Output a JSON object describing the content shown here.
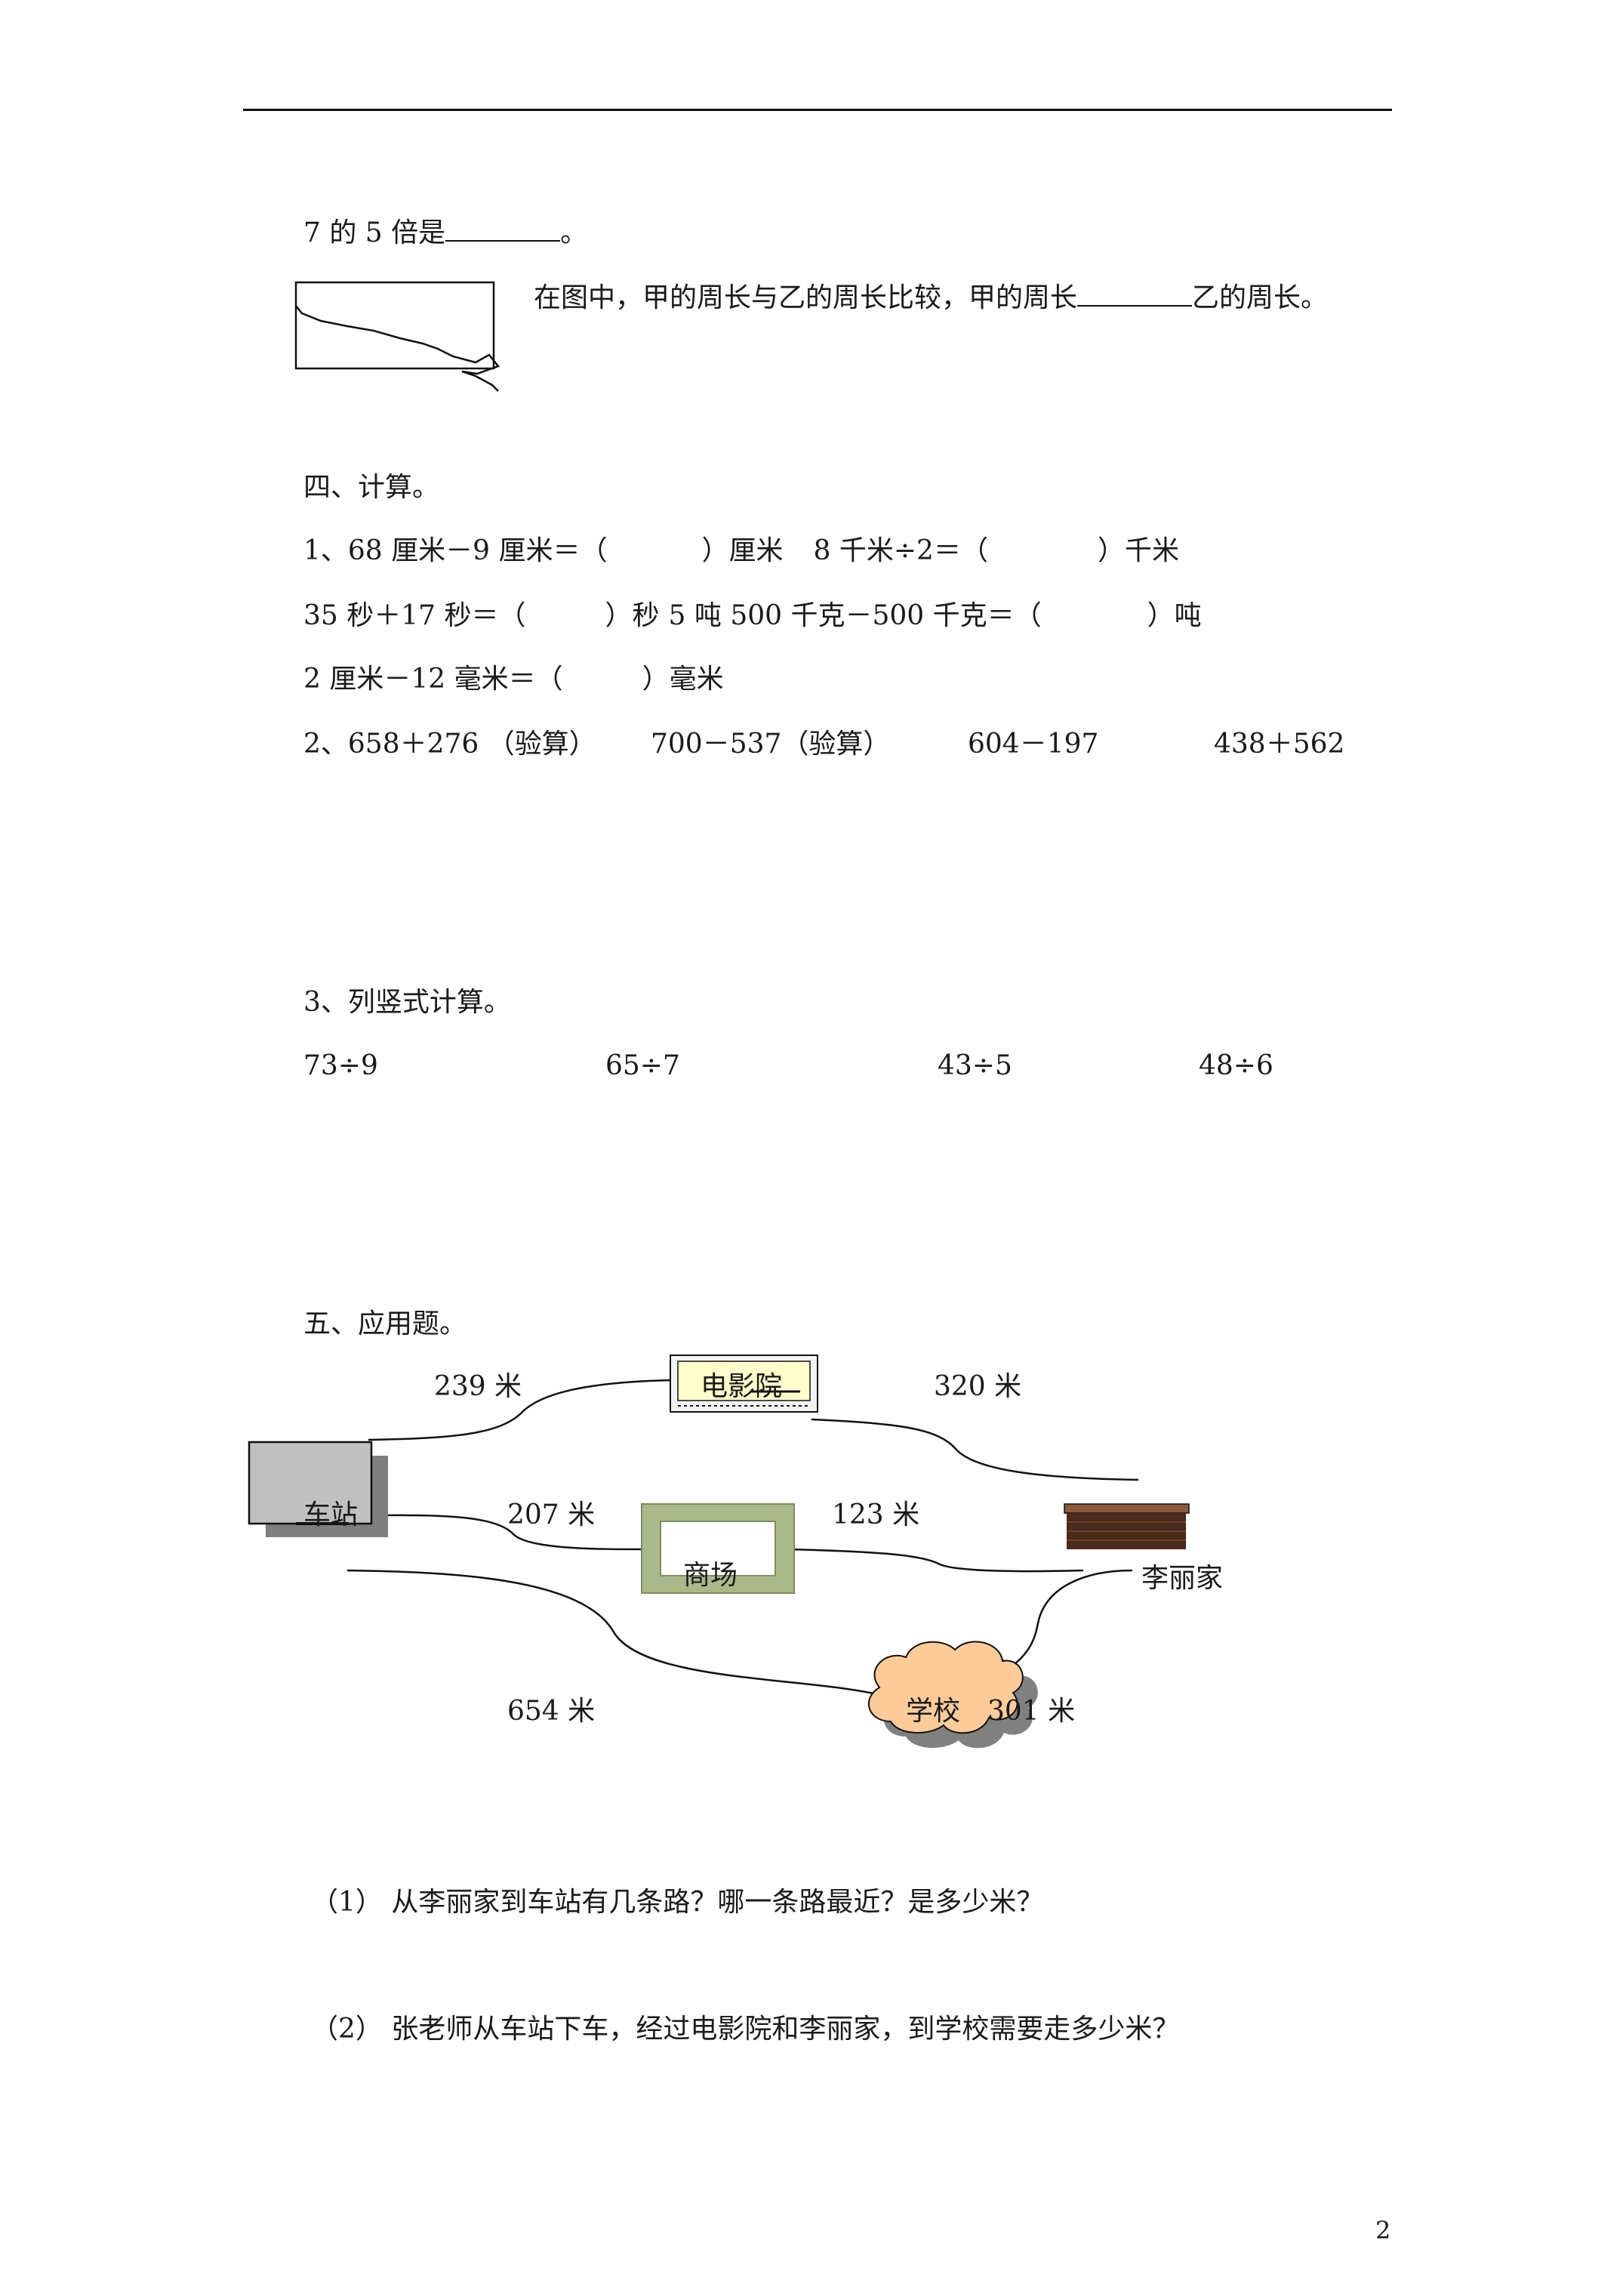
{
  "fill": {
    "q1_before": "7 的 5 倍是",
    "q1_after": "。",
    "q2_before": "在图中，甲的周长与乙的周长比较，甲的周长",
    "q2_after": "乙的周长。"
  },
  "calc": {
    "heading": "四、计算。",
    "p1_line1a": "1、68 厘米－9 厘米＝（",
    "p1_line1b": "）厘米",
    "p1_line1c": "8 千米÷2＝（",
    "p1_line1d": "）千米",
    "p1_line2a": "35 秒＋17 秒＝（",
    "p1_line2b": "）秒",
    "p1_line2c": "5 吨 500 千克－500 千克＝（",
    "p1_line2d": "）吨",
    "p1_line3a": "2 厘米－12 毫米＝（",
    "p1_line3b": "）毫米",
    "p2_items": [
      "2、658＋276 （验算）",
      "700－537（验算）",
      "604－197",
      "438＋562"
    ],
    "p3_title": "3、列竖式计算。",
    "p3_items": [
      "73÷9",
      "65÷7",
      "43÷5",
      "48÷6"
    ]
  },
  "app": {
    "heading": "五、应用题。",
    "map": {
      "cinema": "电影院",
      "station": "车站",
      "park": "商场",
      "home": "李丽家",
      "school": "学校",
      "d1": "239 米",
      "d2": "320 米",
      "d3": "207 米",
      "d4": "123 米",
      "d5": "654 米",
      "d6": "301 米"
    },
    "q1": "（1）  从李丽家到车站有几条路？哪一条路最近？是多少米？",
    "q2": "（2）   张老师从车站下车，经过电影院和李丽家，到学校需要走多少米？"
  },
  "page_number": "2"
}
